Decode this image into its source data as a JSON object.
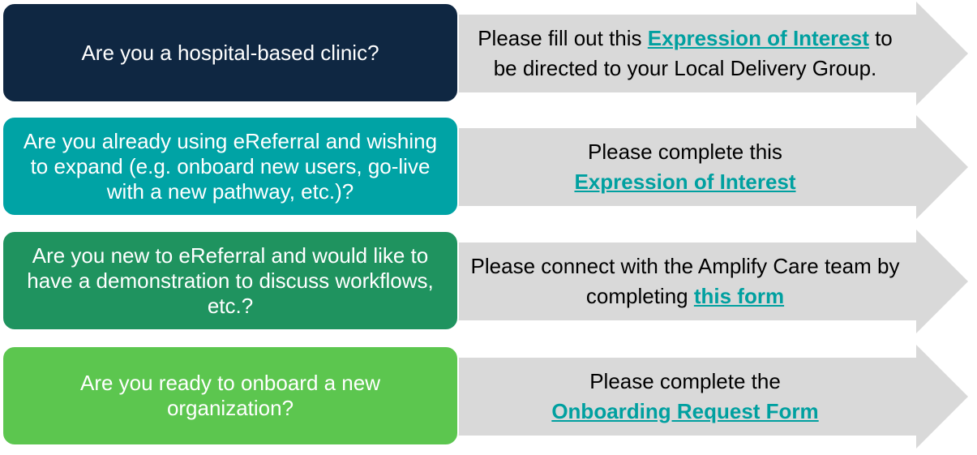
{
  "colors": {
    "arrow": "#d9d9d9",
    "link": "#00a0a0"
  },
  "rows": [
    {
      "question": "Are you a hospital-based clinic?",
      "color": "#0f2742",
      "pre": "Please fill out this ",
      "link": "Expression of Interest",
      "post": " to be directed to your Local Delivery Group."
    },
    {
      "question": "Are you already using eReferral and wishing to expand (e.g. onboard new users, go-live with a new pathway, etc.)?",
      "color": "#00a3a5",
      "pre": "Please complete this ",
      "link": "Expression of Interest",
      "post": ""
    },
    {
      "question": "Are you new to eReferral and would like to have a demonstration to discuss workflows, etc.?",
      "color": "#1f935f",
      "pre": "Please connect with the Amplify Care team by completing ",
      "link": "this form",
      "post": ""
    },
    {
      "question": "Are you ready to onboard a new organization?",
      "color": "#5cc64f",
      "pre": "Please complete the ",
      "link": "Onboarding Request Form",
      "post": ""
    }
  ]
}
